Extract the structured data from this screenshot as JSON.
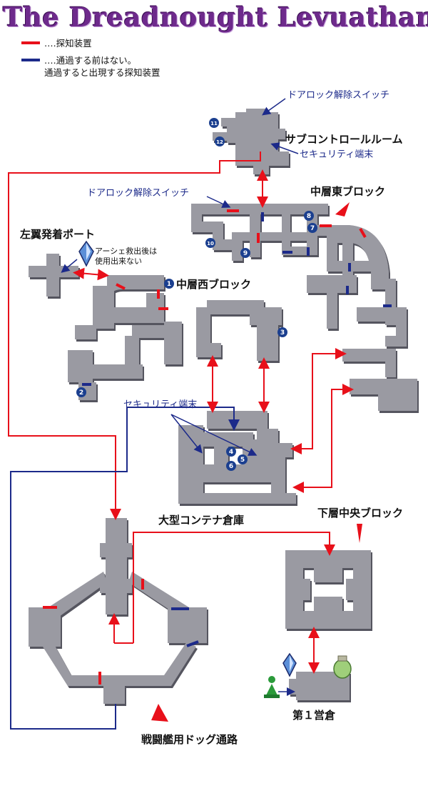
{
  "title": "The Dreadnought Levuathan",
  "legend": {
    "red": {
      "color": "#e8101a",
      "text": "‥‥探知装置"
    },
    "blue": {
      "color": "#1c2a8a",
      "text_line1": "‥‥通過する前はない。",
      "text_line2": "通過すると出現する探知装置"
    }
  },
  "areas": {
    "sub_control": "サブコントロールルーム",
    "mid_east": "中層東ブロック",
    "left_wing_port": "左翼発着ポート",
    "mid_west": "中層西ブロック",
    "container": "大型コンテナ倉庫",
    "lower_center": "下層中央ブロック",
    "warehouse1": "第１営倉",
    "battleship": "戦闘艦用ドッグ通路"
  },
  "annotations": {
    "door_lock_1": "ドアロック解除スイッチ",
    "door_lock_2": "ドアロック解除スイッチ",
    "security_1": "セキュリティ端末",
    "security_2": "セキュリティ端末",
    "ashe_line1": "アーシェ救出後は",
    "ashe_line2": "使用出来ない"
  },
  "markers": [
    "1",
    "2",
    "3",
    "4",
    "5",
    "6",
    "7",
    "8",
    "9",
    "10",
    "11",
    "12"
  ],
  "colors": {
    "floor": "#9a9aa2",
    "floor_dark": "#6f6f78",
    "red": "#e8101a",
    "blue": "#1c2a8a",
    "marker": "#1b3f8f"
  },
  "icons": [
    "save-crystal-icon",
    "save-crystal-icon",
    "urn-icon",
    "npc-figure-icon"
  ]
}
